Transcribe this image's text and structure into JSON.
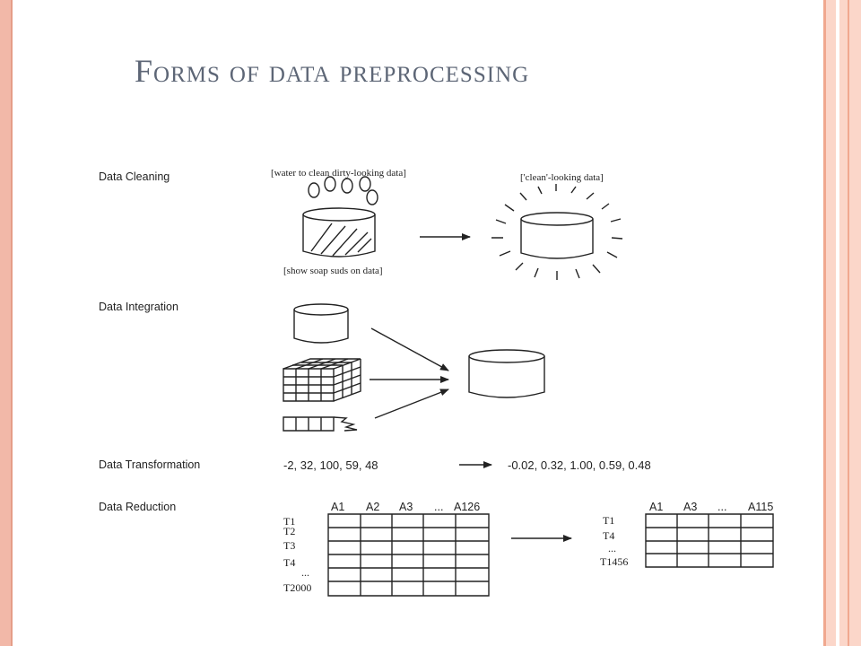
{
  "slide": {
    "title": "Forms of data preprocessing"
  },
  "sections": {
    "cleaning": {
      "label": "Data Cleaning",
      "top_note": "[water to clean dirty-looking data]",
      "bottom_note": "[show soap suds on data]",
      "result_note": "['clean'-looking data]"
    },
    "integration": {
      "label": "Data Integration"
    },
    "transformation": {
      "label": "Data Transformation",
      "input_values": "-2, 32, 100, 59, 48",
      "output_values": "-0.02, 0.32, 1.00, 0.59, 0.48"
    },
    "reduction": {
      "label": "Data Reduction",
      "original_columns": [
        "A1",
        "A2",
        "A3",
        "...",
        "A126"
      ],
      "original_rows": [
        "T1",
        "T2",
        "T3",
        "T4",
        "...",
        "T2000"
      ],
      "reduced_columns": [
        "A1",
        "A3",
        "...",
        "A115"
      ],
      "reduced_rows": [
        "T1",
        "T4",
        "...",
        "T1456"
      ]
    }
  },
  "colors": {
    "title": "#5d6676",
    "left_stripe": "#f2b8a8",
    "right_panel": "#fbd6c9",
    "ink": "#222222"
  }
}
